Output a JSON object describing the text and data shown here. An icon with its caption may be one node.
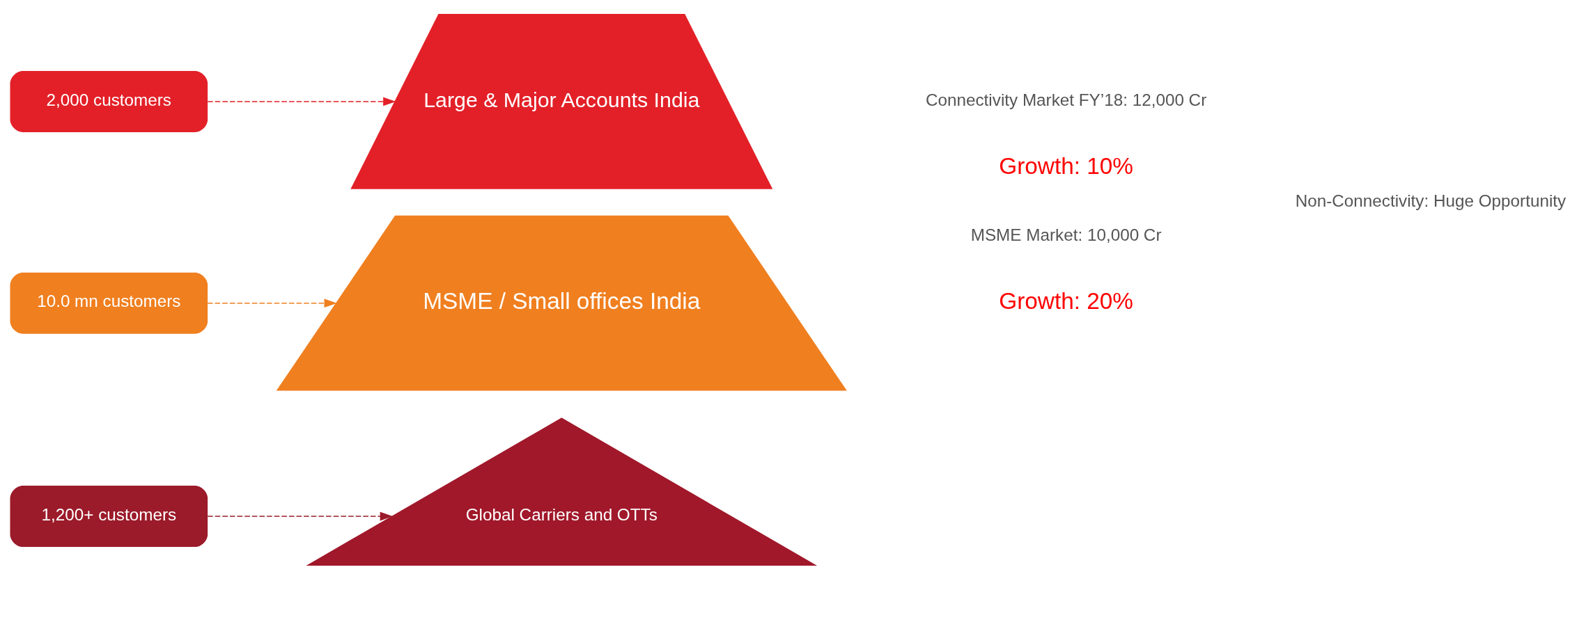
{
  "diagram": {
    "nodes": [
      {
        "text": [
          "1,200+ customers"
        ]
      },
      {
        "text": [
          "Global Carriers and OTTs"
        ]
      },
      {
        "text": [
          "2,000 customers"
        ]
      },
      {
        "text": [
          "Large & Major Accounts India"
        ]
      },
      {
        "text": [
          "10.0 mn customers"
        ]
      },
      {
        "text": [
          "MSME / Small offices India"
        ]
      }
    ],
    "edges": [
      {
        "from": 0,
        "to": 1,
        "arrow": "to",
        "style": "dashed",
        "color": "#9b1b2a"
      },
      {
        "from": 2,
        "to": 3,
        "arrow": "to",
        "style": "dashed",
        "color": "#e32028"
      },
      {
        "from": 4,
        "to": 5,
        "arrow": "to",
        "style": "dashed",
        "color": "#f07f1f"
      }
    ],
    "labels": [
      "Connectivity Market FY’18: 12,000 Cr",
      "Growth: 10%",
      "MSME Market: 10,000 Cr",
      "Growth: 20%",
      "Non-Connectivity: Huge Opportunity"
    ]
  }
}
